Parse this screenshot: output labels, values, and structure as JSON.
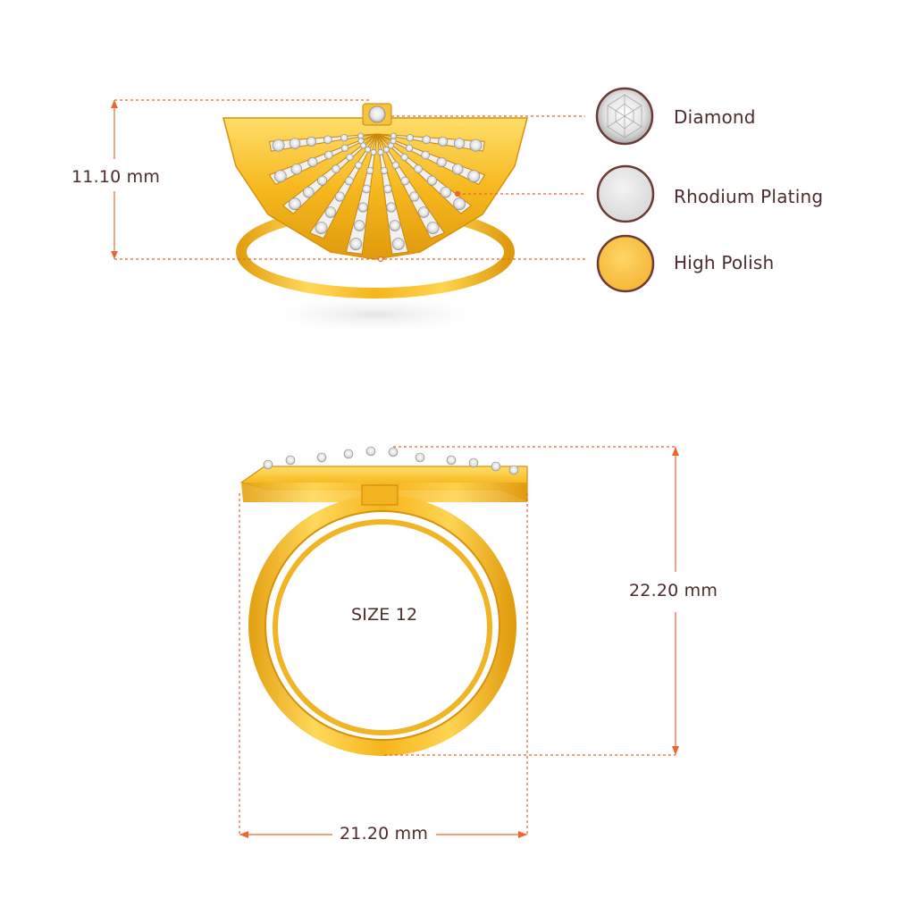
{
  "dimensions": {
    "top_height": "11.10 mm",
    "side_height": "22.20 mm",
    "side_width": "21.20 mm",
    "ring_size": "SIZE 12"
  },
  "legend": [
    {
      "label": "Diamond",
      "icon": "diamond-icon",
      "color": "#e9e9e9"
    },
    {
      "label": "Rhodium Plating",
      "icon": "rhodium-plating-swatch-icon",
      "color": "#e6e6e6"
    },
    {
      "label": "High Polish",
      "icon": "high-polish-swatch-icon",
      "color": "#f7c24a"
    }
  ],
  "colors": {
    "dimension_line": "#f0642d",
    "gold_light": "#ffd24a",
    "gold_mid": "#f5b51c",
    "gold_dark": "#d9900a",
    "swatch_border": "#6b3a35",
    "text": "#4a2c2a"
  }
}
